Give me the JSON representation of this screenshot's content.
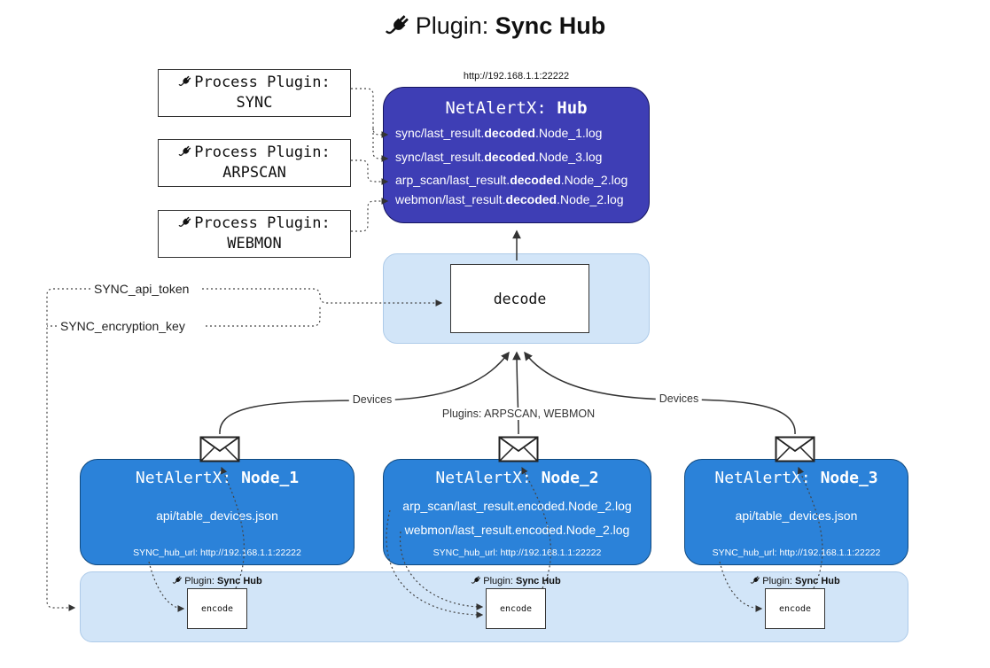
{
  "title": {
    "label": "Plugin:",
    "name": "Sync Hub"
  },
  "process_plugins": {
    "label": "Process Plugin:",
    "items": [
      {
        "name": "SYNC"
      },
      {
        "name": "ARPSCAN"
      },
      {
        "name": "WEBMON"
      }
    ]
  },
  "hub": {
    "url": "http://192.168.1.1:22222",
    "title": "NetAlertX:",
    "name": "Hub",
    "logs": [
      {
        "pre": "sync/last_result.",
        "bold": "decoded",
        "post": ".Node_1.log"
      },
      {
        "pre": "sync/last_result.",
        "bold": "decoded",
        "post": ".Node_3.log"
      },
      {
        "pre": "arp_scan/last_result.",
        "bold": "decoded",
        "post": ".Node_2.log"
      },
      {
        "pre": "webmon/last_result.",
        "bold": "decoded",
        "post": ".Node_2.log"
      }
    ]
  },
  "decode": {
    "label": "decode"
  },
  "config": {
    "api_token": "SYNC_api_token",
    "encryption_key": "SYNC_encryption_key"
  },
  "edges": {
    "left": "Devices",
    "center": "Plugins: ARPSCAN, WEBMON",
    "right": "Devices"
  },
  "nodes": [
    {
      "title": "NetAlertX:",
      "name": "Node_1",
      "lines": [
        "api/table_devices.json"
      ],
      "footer": "SYNC_hub_url: http://192.168.1.1:22222"
    },
    {
      "title": "NetAlertX:",
      "name": "Node_2",
      "lines": [
        "arp_scan/last_result.encoded.Node_2.log",
        "webmon/last_result.encoded.Node_2.log"
      ],
      "footer": "SYNC_hub_url: http://192.168.1.1:22222"
    },
    {
      "title": "NetAlertX:",
      "name": "Node_3",
      "lines": [
        "api/table_devices.json"
      ],
      "footer": "SYNC_hub_url: http://192.168.1.1:22222"
    }
  ],
  "encode": {
    "plugin_label": "Plugin:",
    "plugin_name": "Sync Hub",
    "box_label": "encode"
  },
  "colors": {
    "hub_fill": "#3e3eb5",
    "node_fill": "#2b82d9",
    "panel_fill": "#d2e5f8",
    "text_light": "#ffffff",
    "line": "#333333"
  }
}
